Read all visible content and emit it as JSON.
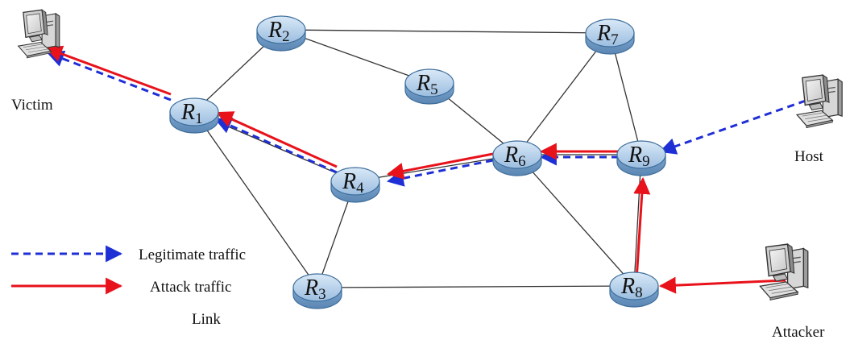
{
  "routers": [
    {
      "id": "R1",
      "letter": "R",
      "sub": "1"
    },
    {
      "id": "R2",
      "letter": "R",
      "sub": "2"
    },
    {
      "id": "R3",
      "letter": "R",
      "sub": "3"
    },
    {
      "id": "R4",
      "letter": "R",
      "sub": "4"
    },
    {
      "id": "R5",
      "letter": "R",
      "sub": "5"
    },
    {
      "id": "R6",
      "letter": "R",
      "sub": "6"
    },
    {
      "id": "R7",
      "letter": "R",
      "sub": "7"
    },
    {
      "id": "R8",
      "letter": "R",
      "sub": "8"
    },
    {
      "id": "R9",
      "letter": "R",
      "sub": "9"
    }
  ],
  "endpoints": {
    "victim": {
      "label": "Victim",
      "icon": "computer-icon"
    },
    "host": {
      "label": "Host",
      "icon": "computer-icon"
    },
    "attacker": {
      "label": "Attacker",
      "icon": "computer-icon"
    }
  },
  "links": [
    [
      "R1",
      "R2"
    ],
    [
      "R2",
      "R5"
    ],
    [
      "R2",
      "R7"
    ],
    [
      "R1",
      "R3"
    ],
    [
      "R1",
      "R4"
    ],
    [
      "R4",
      "R3"
    ],
    [
      "R4",
      "R6"
    ],
    [
      "R5",
      "R6"
    ],
    [
      "R6",
      "R7"
    ],
    [
      "R6",
      "R9"
    ],
    [
      "R6",
      "R8"
    ],
    [
      "R7",
      "R9"
    ],
    [
      "R3",
      "R8"
    ],
    [
      "R8",
      "R9"
    ]
  ],
  "legitimate_path": [
    "host",
    "R9",
    "R6",
    "R4",
    "R1",
    "victim"
  ],
  "attack_path": [
    "attacker",
    "R8",
    "R9",
    "R6",
    "R4",
    "R1",
    "victim"
  ],
  "legend": {
    "legitimate": "Legitimate traffic",
    "attack": "Attack traffic",
    "link": "Link"
  },
  "colors": {
    "legitimate": "#1f2fd6",
    "attack": "#e8121b",
    "link": "#333333",
    "router_fill": "#a9c8e8",
    "router_stroke": "#3d6d9a"
  }
}
